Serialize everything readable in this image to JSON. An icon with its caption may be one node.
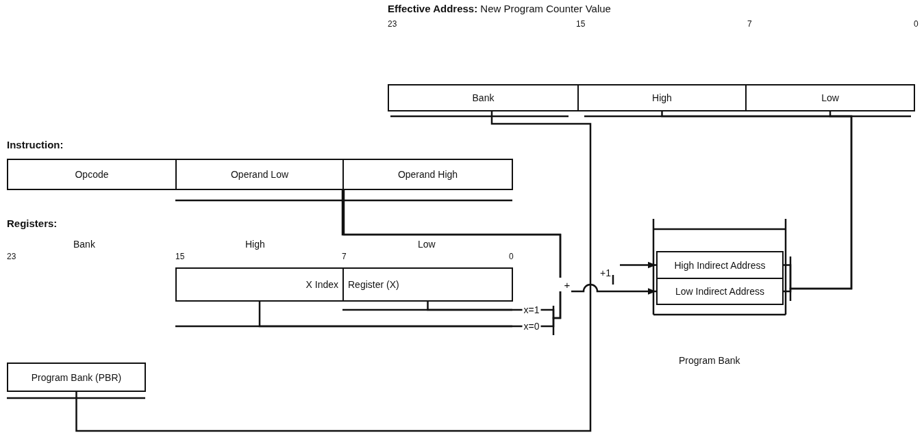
{
  "diagram": {
    "nodes": [
      {
        "text": [
          "Bank"
        ]
      },
      {
        "text": [
          "High"
        ]
      },
      {
        "text": [
          "Low"
        ]
      },
      {
        "text": [
          "Opcode"
        ]
      },
      {
        "text": [
          "Operand Low"
        ]
      },
      {
        "text": [
          "Operand High"
        ]
      },
      {
        "text": [
          "X Index"
        ]
      },
      {
        "text": [
          "Register (X)"
        ]
      },
      {
        "text": [
          "High Indirect Address"
        ]
      },
      {
        "text": [
          "Low Indirect Address"
        ]
      },
      {
        "text": [
          "Program Bank (PBR)"
        ]
      },
      {
        "text": [
          "+"
        ]
      }
    ],
    "edges": [
      {
        "from": 10,
        "to": 0,
        "arrow": "none"
      },
      {
        "from": 4,
        "to": 11,
        "arrow": "none"
      },
      {
        "from": 5,
        "to": 11,
        "arrow": "none"
      },
      {
        "from": 7,
        "to": 11,
        "arrow": "none",
        "label": "x=1"
      },
      {
        "from": 6,
        "to": 11,
        "arrow": "none",
        "label": "x=0"
      },
      {
        "from": 11,
        "to": 9,
        "arrow": "to"
      },
      {
        "from": null,
        "to": 8,
        "arrow": "to"
      },
      {
        "from": 8,
        "to": 1,
        "arrow": "none"
      },
      {
        "from": 9,
        "to": 2,
        "arrow": "none"
      }
    ],
    "labels": [
      "**Effective Address:** New Program Counter Value",
      "23",
      "15",
      "7",
      "0",
      "Instruction:",
      "Registers:",
      "Bank",
      "High",
      "Low",
      "23",
      "15",
      "7",
      "0",
      "+1",
      "Program Bank"
    ]
  }
}
